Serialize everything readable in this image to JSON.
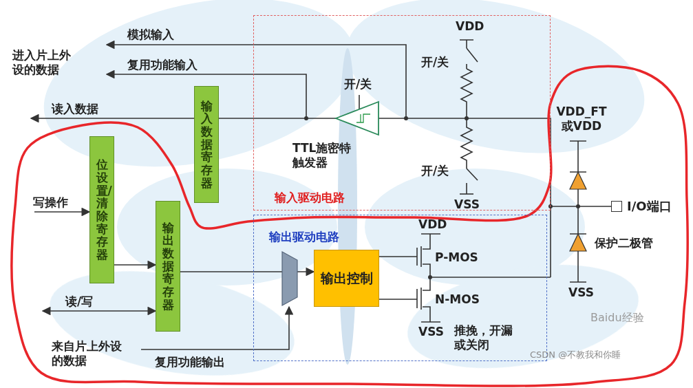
{
  "diagram": {
    "nodes": [
      {
        "text": [
          "输入驱动电路"
        ]
      },
      {
        "text": [
          "输出驱动电路"
        ]
      },
      {
        "text": [
          "输入数据寄存器"
        ]
      },
      {
        "text": [
          "位设置/清除寄存器"
        ]
      },
      {
        "text": [
          "输出数据寄存器"
        ]
      },
      {
        "text": [
          "输出控制"
        ],
        "in": 1
      },
      {
        "text": [
          "I/O端口"
        ]
      }
    ],
    "edges": [
      {
        "from": 3,
        "to": 4,
        "arrow": "to"
      },
      {
        "from": 4,
        "to": 5,
        "arrow": "to"
      }
    ],
    "labels": [
      "模拟输入",
      "复用功能输入",
      "读入数据",
      "进入片上外 设的数据",
      "开/关",
      "TTL施密特 触发器",
      "VDD",
      "开/关",
      "开/关",
      "VSS",
      "VDD_FT 或VDD",
      "保护二极管",
      "VSS",
      "写操作",
      "读/写",
      "来自片上外设 的数据",
      "复用功能输出",
      "VDD",
      "P-MOS",
      "N-MOS",
      "VSS",
      "推挽，开漏 或关闭",
      "Baidu经验",
      "CSDN @不教我和你睡"
    ]
  }
}
